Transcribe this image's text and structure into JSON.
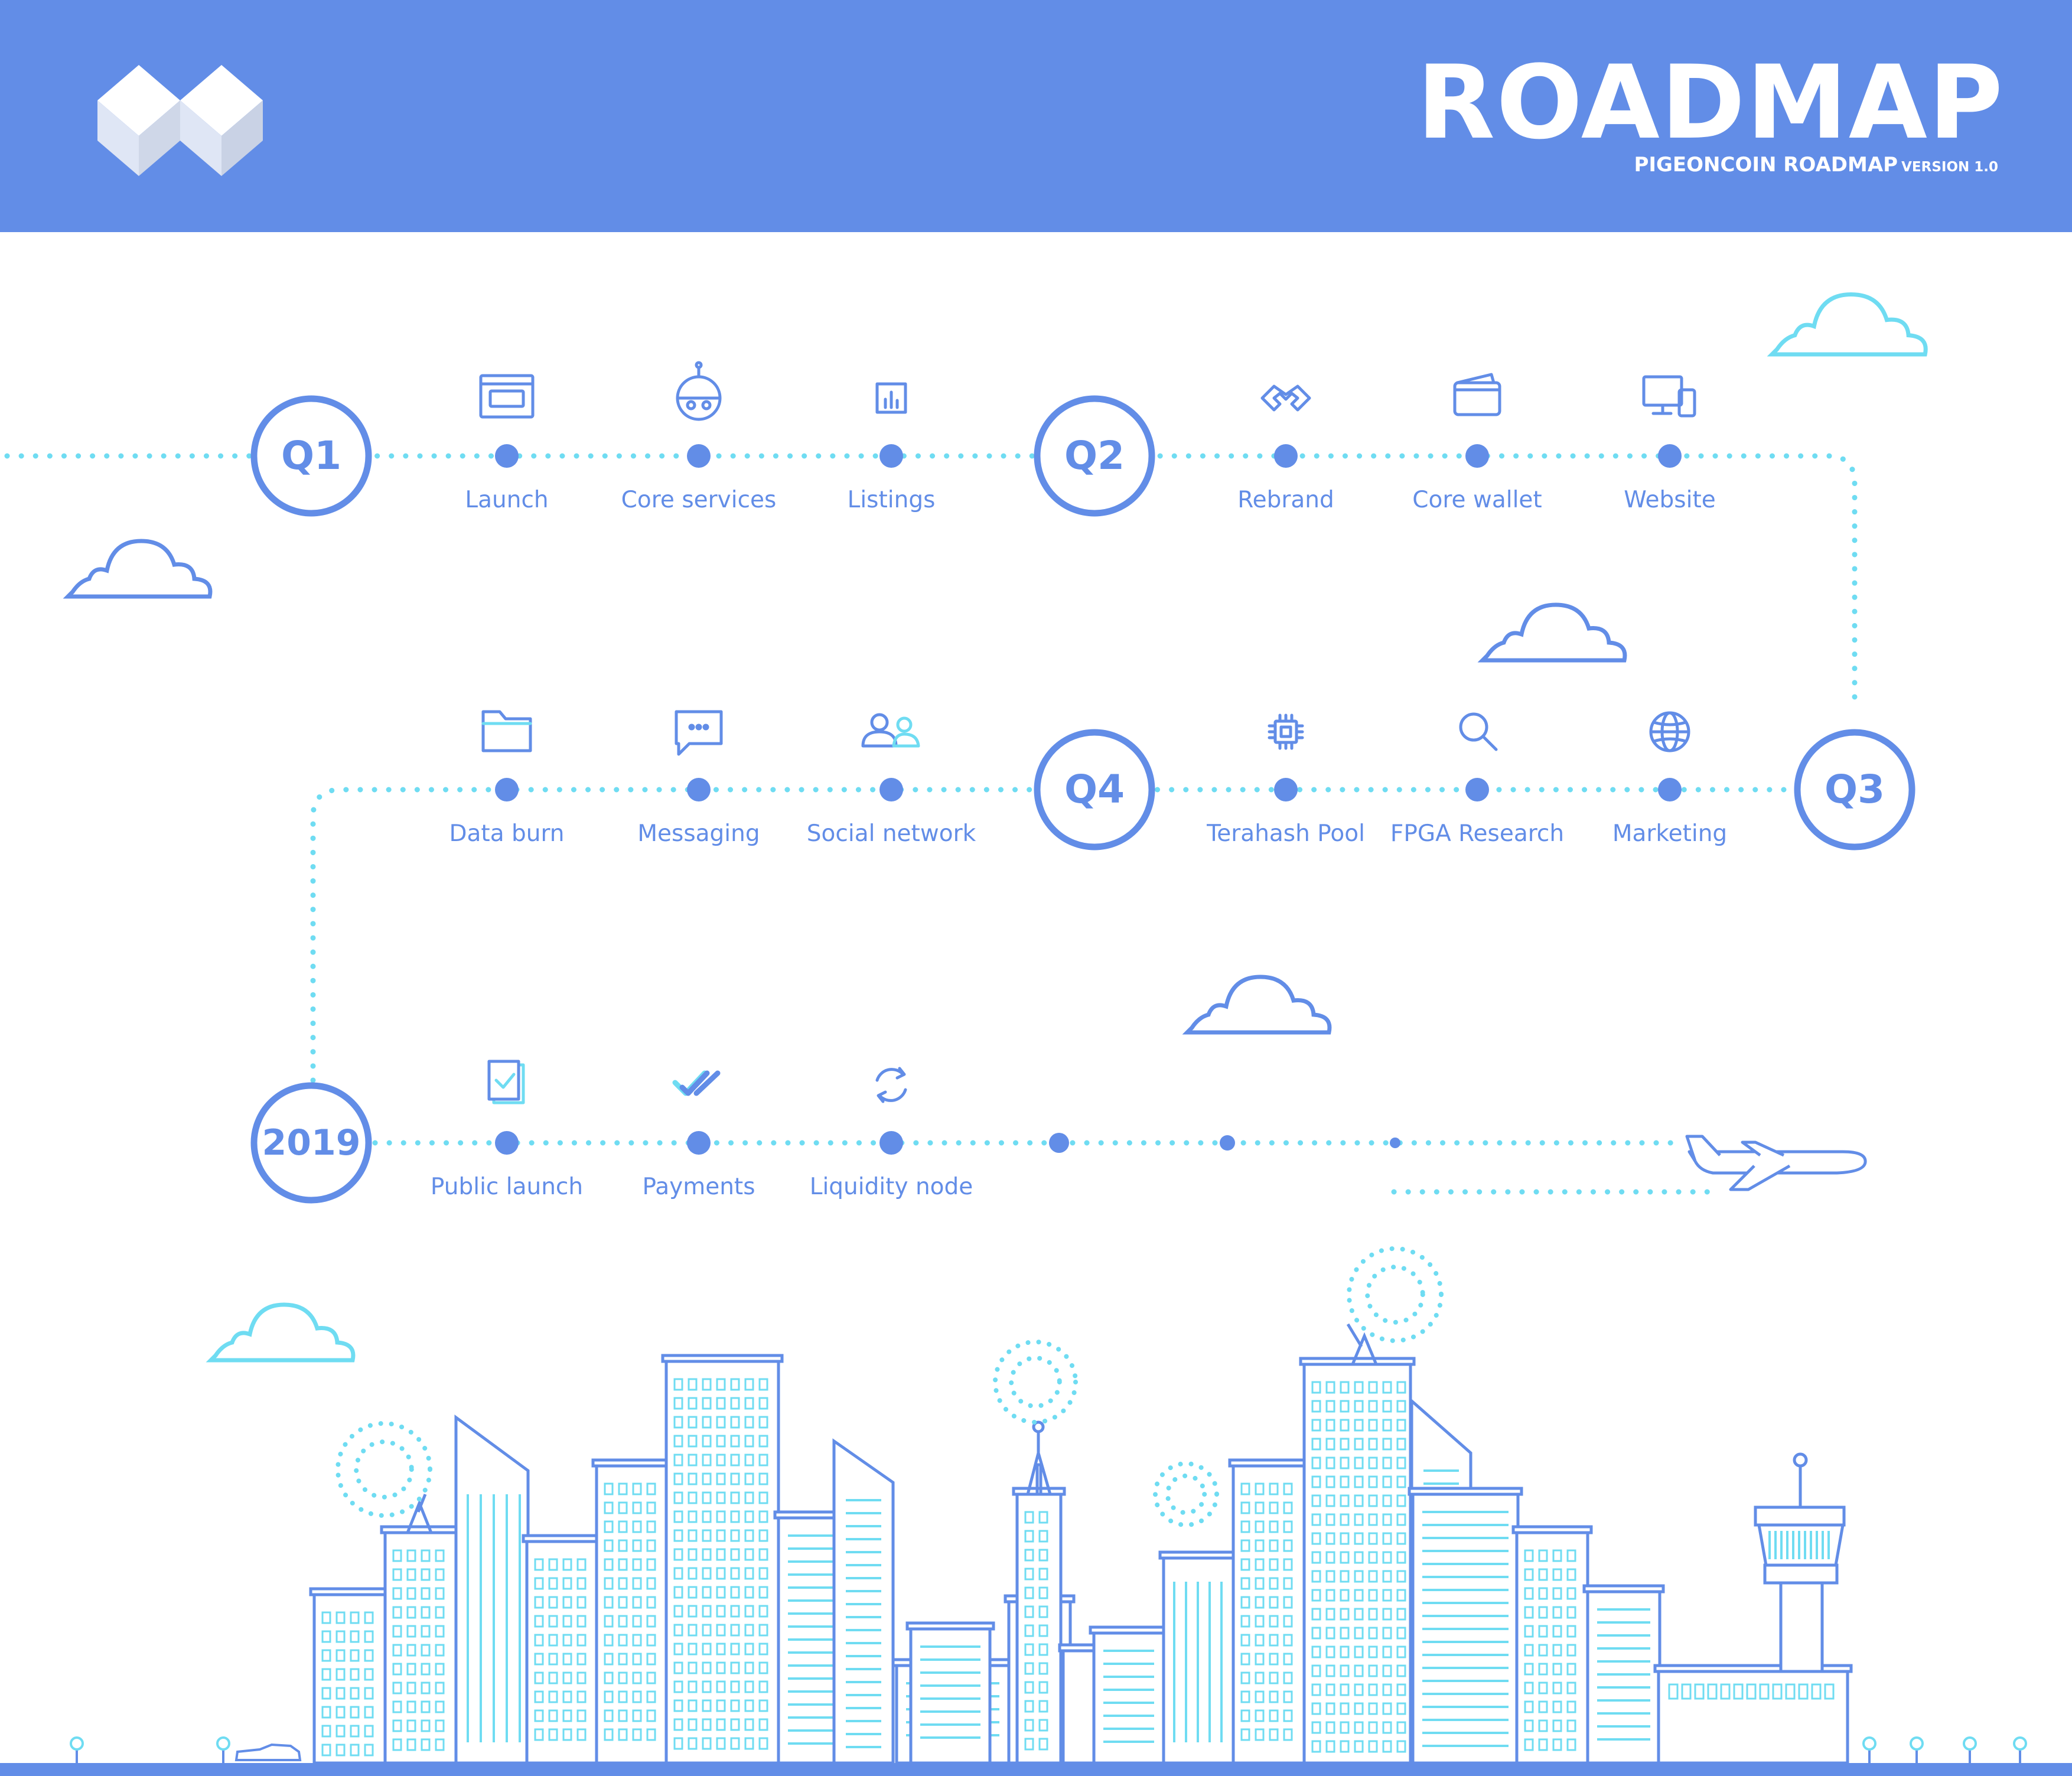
{
  "header": {
    "title": "ROADMAP",
    "subtitle": "PIGEONCOIN ROADMAP",
    "version": "VERSION 1.0"
  },
  "colors": {
    "brand": "#628de7",
    "light": "#6fdcf2",
    "background": "#ffffff"
  },
  "rows": [
    {
      "quarters": [
        {
          "label": "Q1",
          "items": [
            {
              "label": "Launch",
              "icon": "pgn-window-icon"
            },
            {
              "label": "Core services",
              "icon": "robot-icon"
            },
            {
              "label": "Listings",
              "icon": "bar-chart-icon"
            }
          ]
        },
        {
          "label": "Q2",
          "items": [
            {
              "label": "Rebrand",
              "icon": "pigeon-logo-icon"
            },
            {
              "label": "Core wallet",
              "icon": "wallet-icon"
            },
            {
              "label": "Website",
              "icon": "devices-icon"
            }
          ]
        }
      ]
    },
    {
      "quarters": [
        {
          "label": "Q4",
          "items": [
            {
              "label": "Data burn",
              "icon": "folder-icon"
            },
            {
              "label": "Messaging",
              "icon": "chat-bubble-icon"
            },
            {
              "label": "Social network",
              "icon": "users-icon"
            }
          ]
        },
        {
          "label": "Q3",
          "items": [
            {
              "label": "Terahash Pool",
              "icon": "chip-icon"
            },
            {
              "label": "FPGA Research",
              "icon": "magnifier-icon"
            },
            {
              "label": "Marketing",
              "icon": "globe-icon"
            }
          ]
        }
      ]
    },
    {
      "quarters": [
        {
          "label": "2019",
          "items": [
            {
              "label": "Public launch",
              "icon": "document-check-icon"
            },
            {
              "label": "Payments",
              "icon": "double-check-icon"
            },
            {
              "label": "Liquidity node",
              "icon": "refresh-icon"
            }
          ]
        }
      ]
    }
  ],
  "decorations": [
    "cloud-icon",
    "airplane-icon",
    "city-skyline"
  ]
}
